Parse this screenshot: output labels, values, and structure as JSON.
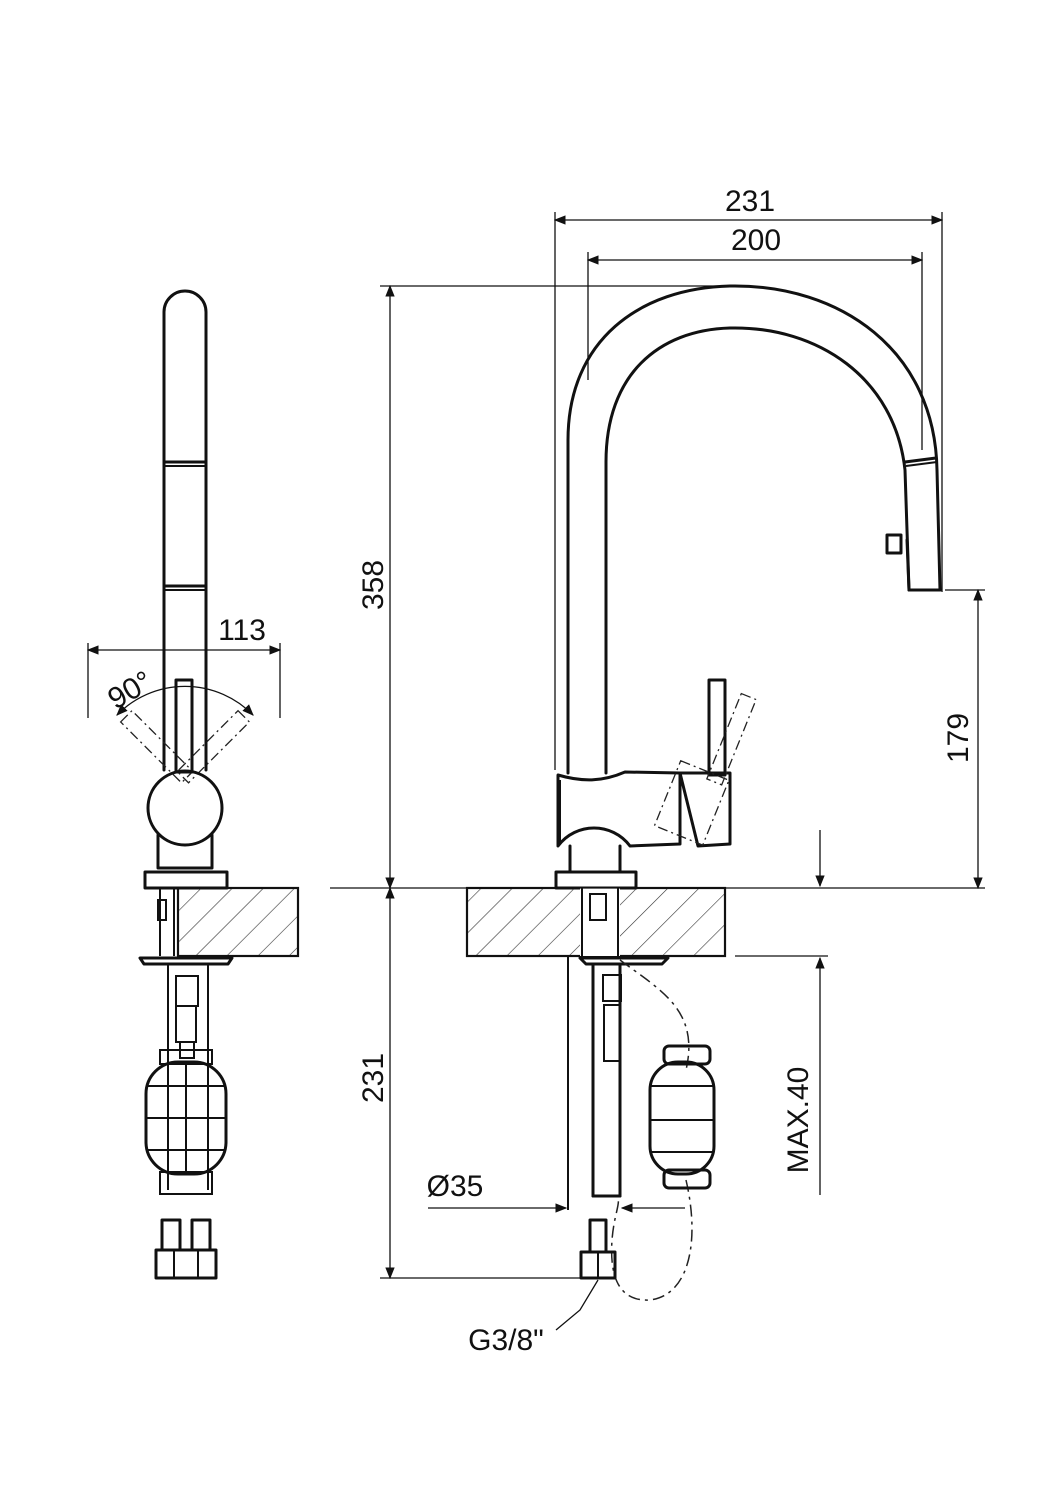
{
  "dimensions": {
    "total_width": "231",
    "spout_reach": "200",
    "total_height": "358",
    "outlet_height": "179",
    "below_counter_length": "231",
    "hole_diameter": "Ø35",
    "max_counter_thickness": "MAX.40",
    "side_offset": "113",
    "rotation_angle": "90°",
    "connection_thread": "G3/8\""
  },
  "colors": {
    "line": "#111111",
    "background": "#ffffff"
  }
}
